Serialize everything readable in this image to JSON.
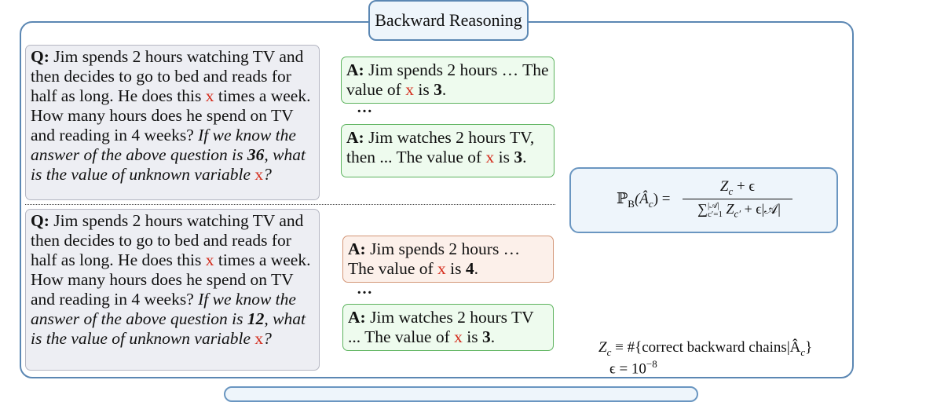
{
  "title": "Backward Reasoning",
  "q1": {
    "label": "Q:",
    "text_a": " Jim spends 2 hours watching TV and then decides to go to bed and reads for half as long.  He does this ",
    "var": "x",
    "text_b": " times a week.  How many hours does he spend on TV and reading in 4 weeks? ",
    "italic_a": "If we know the answer of the above question is ",
    "answer": "36",
    "italic_b": ", what is the value of unknown variable ",
    "var_end": "x",
    "end": "?"
  },
  "q2": {
    "label": "Q:",
    "text_a": " Jim spends 2 hours watching TV and then decides to go to bed and reads for half as long.  He does this ",
    "var": "x",
    "text_b": " times a week.  How many hours does he spend on TV and reading in 4 weeks? ",
    "italic_a": "If we know the answer of the above question is ",
    "answer": "12",
    "italic_b": ", what is the value of unknown variable ",
    "var_end": "x",
    "end": "?"
  },
  "answers": [
    {
      "label": "A:",
      "text_a": " Jim spends 2 hours … The value of ",
      "var": "x",
      "text_b": " is ",
      "value": "3",
      "end": "."
    },
    {
      "label": "A:",
      "text_a": " Jim watches 2 hours TV, then ... The value of ",
      "var": "x",
      "text_b": " is ",
      "value": "3",
      "end": "."
    },
    {
      "label": "A:",
      "text_a": " Jim spends 2 hours … The value of ",
      "var": "x",
      "text_b": " is ",
      "value": "4",
      "end": "."
    },
    {
      "label": "A:",
      "text_a": " Jim watches 2 hours TV ... The value of ",
      "var": "x",
      "text_b": " is ",
      "value": "3",
      "end": "."
    }
  ],
  "ellipsis": "…",
  "formula": {
    "lhs_p": "ℙ",
    "lhs_sub": "B",
    "lhs_arg": "(Â",
    "lhs_arg_sub": "c",
    "lhs_close": ") =",
    "num": "Z",
    "num_sub": "c",
    "num_rest": " + ϵ",
    "den_sum": "∑",
    "den_sum_sup": "|𝒜|",
    "den_sum_sub": "c′=1",
    "den_z": " Z",
    "den_z_sub": "c′",
    "den_rest": " + ϵ|𝒜|"
  },
  "notes": {
    "z_def_z": "Z",
    "z_def_sub": "c",
    "z_def_text": " ≡ #{correct backward chains|Â",
    "z_def_sub2": "c",
    "z_def_end": "}",
    "eps_def": "ϵ = 10",
    "eps_exp": "−8"
  },
  "colors": {
    "border_blue": "#5b87b3",
    "green_border": "#5db35e",
    "salmon_border": "#d39677",
    "var_red": "#d42a1a"
  }
}
